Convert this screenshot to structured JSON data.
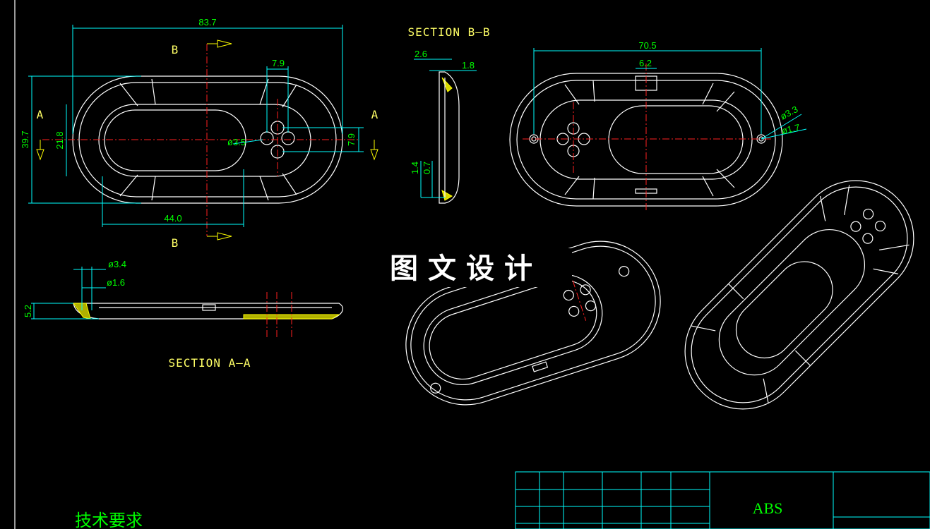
{
  "drawing": {
    "colors": {
      "background": "#000000",
      "outline": "#ffffff",
      "dimension": "#00ff00",
      "extension": "#00ffff",
      "centerline": "#ff2020",
      "label": "#ffff66"
    },
    "section_marks": {
      "b_top": "B",
      "b_bottom": "B",
      "a_left": "A",
      "a_right": "A"
    },
    "section_labels": {
      "bb": "SECTION B–B",
      "aa": "SECTION A–A"
    },
    "top_view_dims": {
      "width": "83.7",
      "height": "39.7",
      "inner_height": "21.8",
      "inner_width": "44.0",
      "spacing": "7.9",
      "spacing_v": "7.9",
      "hole": "ø3.5"
    },
    "section_bb_dims": {
      "d1": "2.6",
      "d2": "1.8",
      "d3": "1.4",
      "d4": "0.7"
    },
    "back_view_dims": {
      "width": "70.5",
      "slot": "6.2",
      "boss_outer": "ø3.3",
      "boss_inner": "ø1.7"
    },
    "section_aa_dims": {
      "outer": "ø3.4",
      "inner": "ø1.6",
      "height": "5.2"
    },
    "watermark": "图文设计",
    "title_block": {
      "material": "ABS"
    },
    "notes_title": "技术要求"
  }
}
